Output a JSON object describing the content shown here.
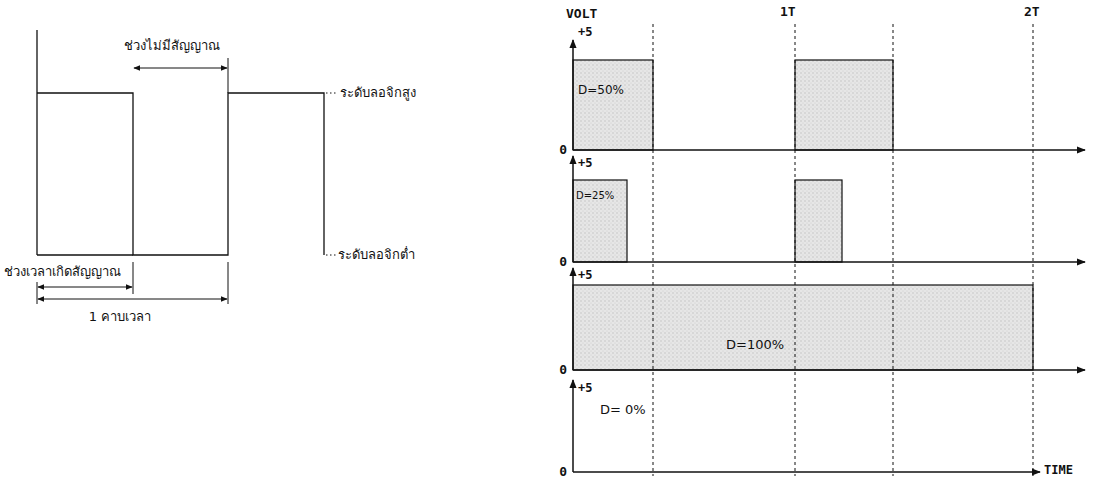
{
  "diagram": {
    "labels": [
      "ช่วงไม่มีสัญญาณ",
      "ระดับลอจิกสูง",
      "ระดับลอจิกต่ำ",
      "ช่วงเวลาเกิดสัญญาณ",
      "1 คาบเวลา",
      "VOLT",
      "1T",
      "2T",
      "+5",
      "0",
      "D=50%",
      "+5",
      "0",
      "D=25%",
      "+5",
      "0",
      "D=100%",
      "+5",
      "0",
      "D= 0%",
      "TIME"
    ]
  }
}
